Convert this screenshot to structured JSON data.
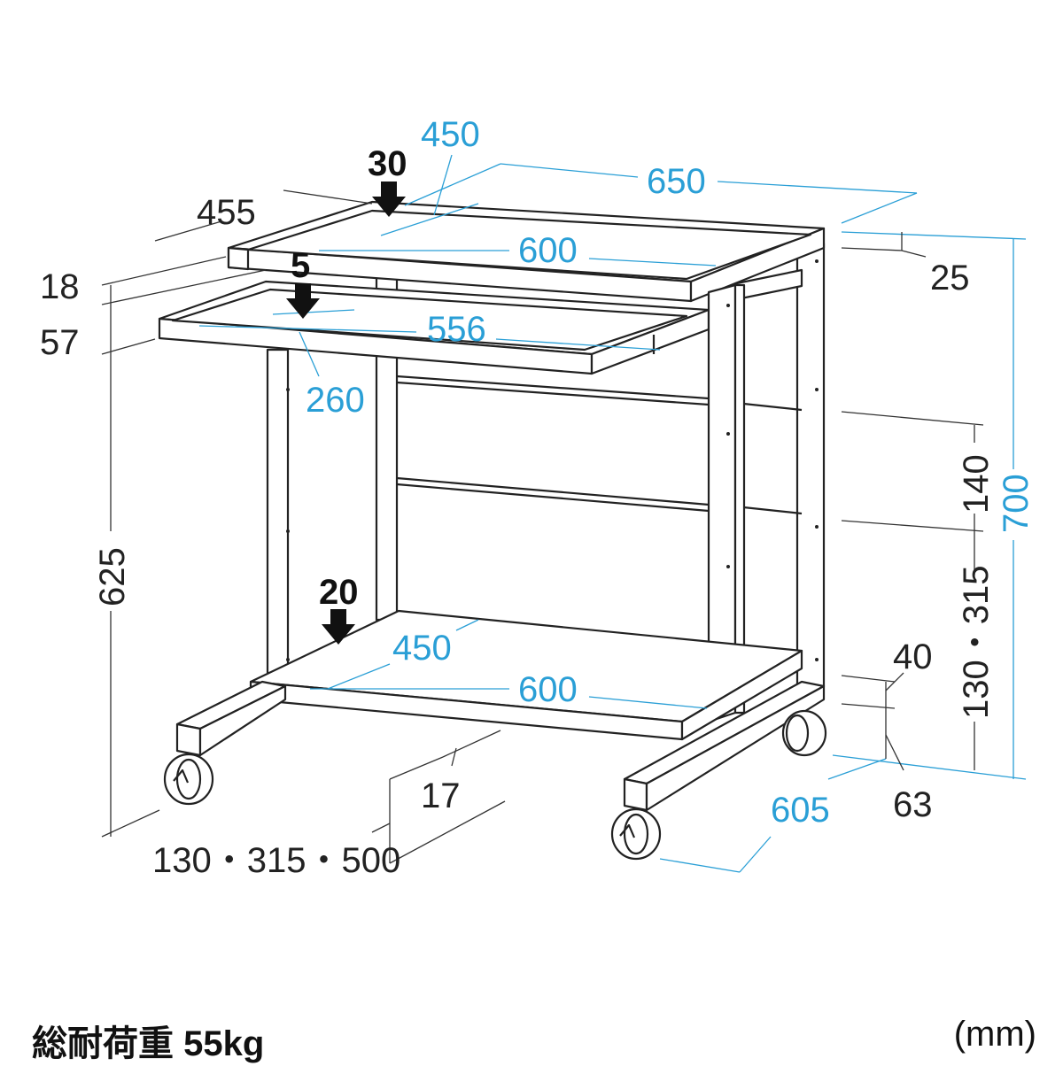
{
  "dimensions": {
    "top_depth": "450",
    "top_width": "650",
    "top_inner": "600",
    "shelf_depth_left": "455",
    "edge_right": "25",
    "top_thickness": "18",
    "keyboard_drop": "57",
    "keyboard_width": "556",
    "keyboard_depth": "260",
    "leg_height": "625",
    "shelf_gap": "140",
    "total_height": "700",
    "shelf_heights_right": "130・315",
    "bottom_depth": "450",
    "bottom_width": "600",
    "caster_clearance": "40",
    "caster_offset": "63",
    "base_depth": "605",
    "shelf_thickness": "17",
    "shelf_heights_left": "130・315・500"
  },
  "loads": {
    "top": "30",
    "keyboard": "5",
    "bottom": "20"
  },
  "colors": {
    "dimension_line": "#2a9fd6",
    "outline": "#222222"
  },
  "footer": {
    "total_load": "総耐荷重 55kg",
    "unit": "(mm)"
  }
}
